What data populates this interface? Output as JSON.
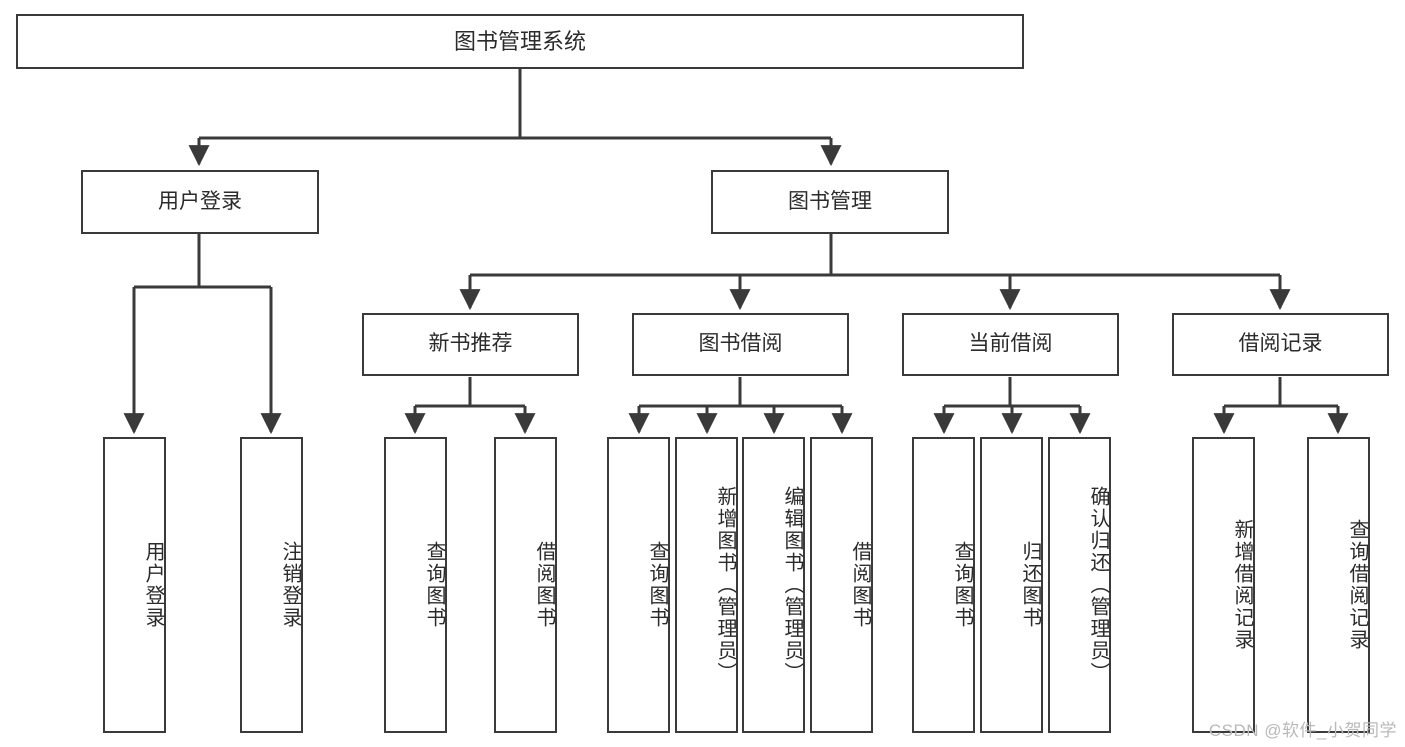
{
  "diagram": {
    "title": "图书管理系统",
    "type": "tree-hierarchy-chart",
    "colors": {
      "border": "#3a3a3a",
      "background": "#ffffff",
      "text": "#2b2b2b",
      "watermark": "#b9b9b9"
    },
    "root": {
      "label": "图书管理系统"
    },
    "level2": [
      {
        "label": "用户登录"
      },
      {
        "label": "图书管理"
      }
    ],
    "level3": [
      {
        "label": "新书推荐"
      },
      {
        "label": "图书借阅"
      },
      {
        "label": "当前借阅"
      },
      {
        "label": "借阅记录"
      }
    ],
    "leaves": {
      "user_login": [
        {
          "label": "用户登录"
        },
        {
          "label": "注销登录"
        }
      ],
      "new_book_recommend": [
        {
          "label": "查询图书"
        },
        {
          "label": "借阅图书"
        }
      ],
      "book_borrow": [
        {
          "label": "查询图书"
        },
        {
          "label": "新增图书（管理员）"
        },
        {
          "label": "编辑图书（管理员）"
        },
        {
          "label": "借阅图书"
        }
      ],
      "current_borrow": [
        {
          "label": "查询图书"
        },
        {
          "label": "归还图书"
        },
        {
          "label": "确认归还（管理员）"
        }
      ],
      "borrow_record": [
        {
          "label": "新增借阅记录"
        },
        {
          "label": "查询借阅记录"
        }
      ]
    }
  },
  "watermark": {
    "text": "CSDN @软件_小贺同学"
  }
}
